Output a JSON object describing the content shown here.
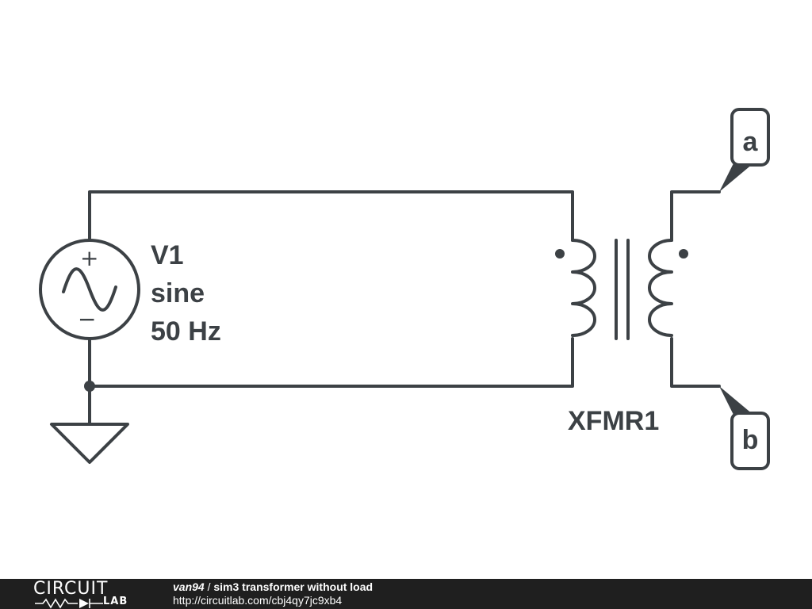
{
  "schematic": {
    "source": {
      "name": "V1",
      "type": "sine",
      "frequency": "50 Hz",
      "plus": "+",
      "minus": "−"
    },
    "transformer": {
      "name": "XFMR1"
    },
    "ports": [
      {
        "label": "a"
      },
      {
        "label": "b"
      }
    ]
  },
  "footer": {
    "logo_top": "CIRCUIT",
    "logo_bottom": "LAB",
    "user": "van94",
    "separator": " / ",
    "title": "sim3 transformer without load",
    "url": "http://circuitlab.com/cbj4qy7jc9xb4"
  },
  "colors": {
    "ink": "#3c4145",
    "footer_bg": "#1f1f1f",
    "background": "#ffffff"
  }
}
